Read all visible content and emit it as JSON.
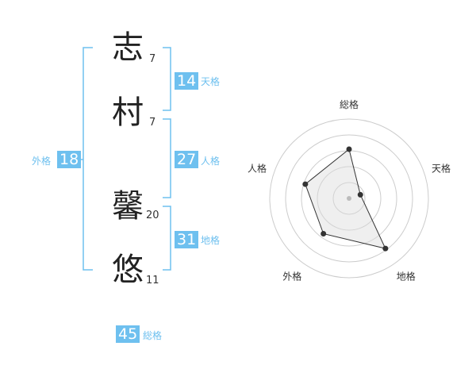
{
  "name": {
    "chars": [
      {
        "char": "志",
        "strokes": "7"
      },
      {
        "char": "村",
        "strokes": "7"
      },
      {
        "char": "馨",
        "strokes": "20"
      },
      {
        "char": "悠",
        "strokes": "11"
      }
    ]
  },
  "kakusu": {
    "gaikaku": {
      "value": "18",
      "label": "外格"
    },
    "tenkaku": {
      "value": "14",
      "label": "天格"
    },
    "jinkaku": {
      "value": "27",
      "label": "人格"
    },
    "chikaku": {
      "value": "31",
      "label": "地格"
    },
    "soukaku": {
      "value": "45",
      "label": "総格"
    }
  },
  "colors": {
    "accent": "#6ec0ef",
    "grid": "#cccccc",
    "fill": "#eeeeee",
    "line": "#333333"
  },
  "chart_data": {
    "type": "radar",
    "axes": [
      "総格",
      "天格",
      "地格",
      "外格",
      "人格"
    ],
    "values": [
      0.62,
      0.15,
      0.78,
      0.55,
      0.58
    ],
    "rings": 5
  }
}
